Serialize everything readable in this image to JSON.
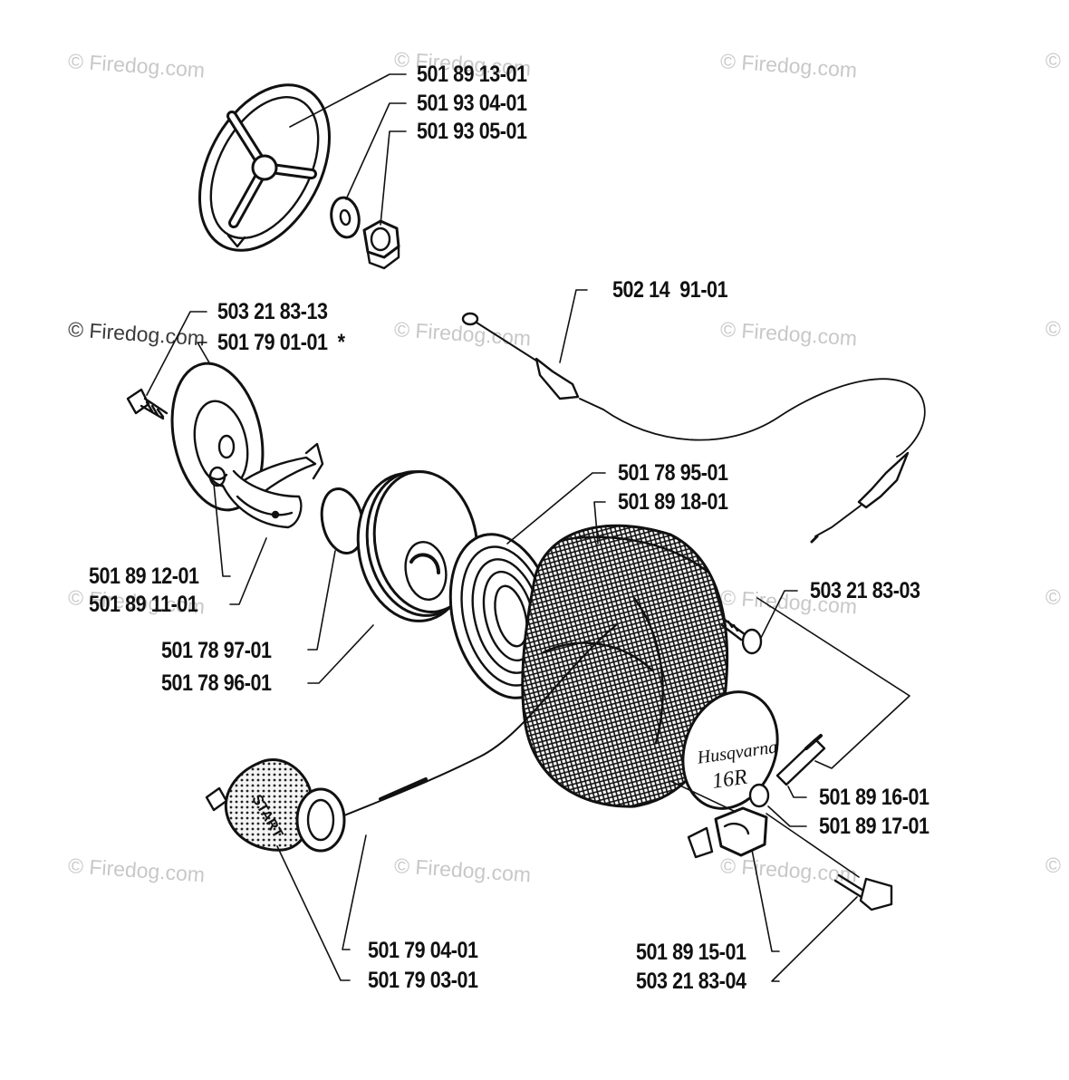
{
  "watermark": {
    "text": "© Firedog.com",
    "symbol": "©"
  },
  "part_numbers": {
    "p1": "501 89 13-01",
    "p2": "501 93 04-01",
    "p3": "501 93 05-01",
    "p4": "502 14  91-01",
    "p5": "503 21 83-13",
    "p6": "501 79 01-01  *",
    "p7": "501 78 95-01",
    "p8": "501 89 18-01",
    "p9": "501 89 12-01",
    "p10": "501 89 11-01",
    "p11": "503 21 83-03",
    "p12": "501 78 97-01",
    "p13": "501 78 96-01",
    "p14": "501 89 16-01",
    "p15": "501 89 17-01",
    "p16": "501 79 04-01",
    "p17": "501 79 03-01",
    "p18": "501 89 15-01",
    "p19": "503 21 83-04"
  },
  "cover_marking": {
    "brand": "Husqvarna",
    "model": "16R"
  },
  "handle_marking": "START"
}
